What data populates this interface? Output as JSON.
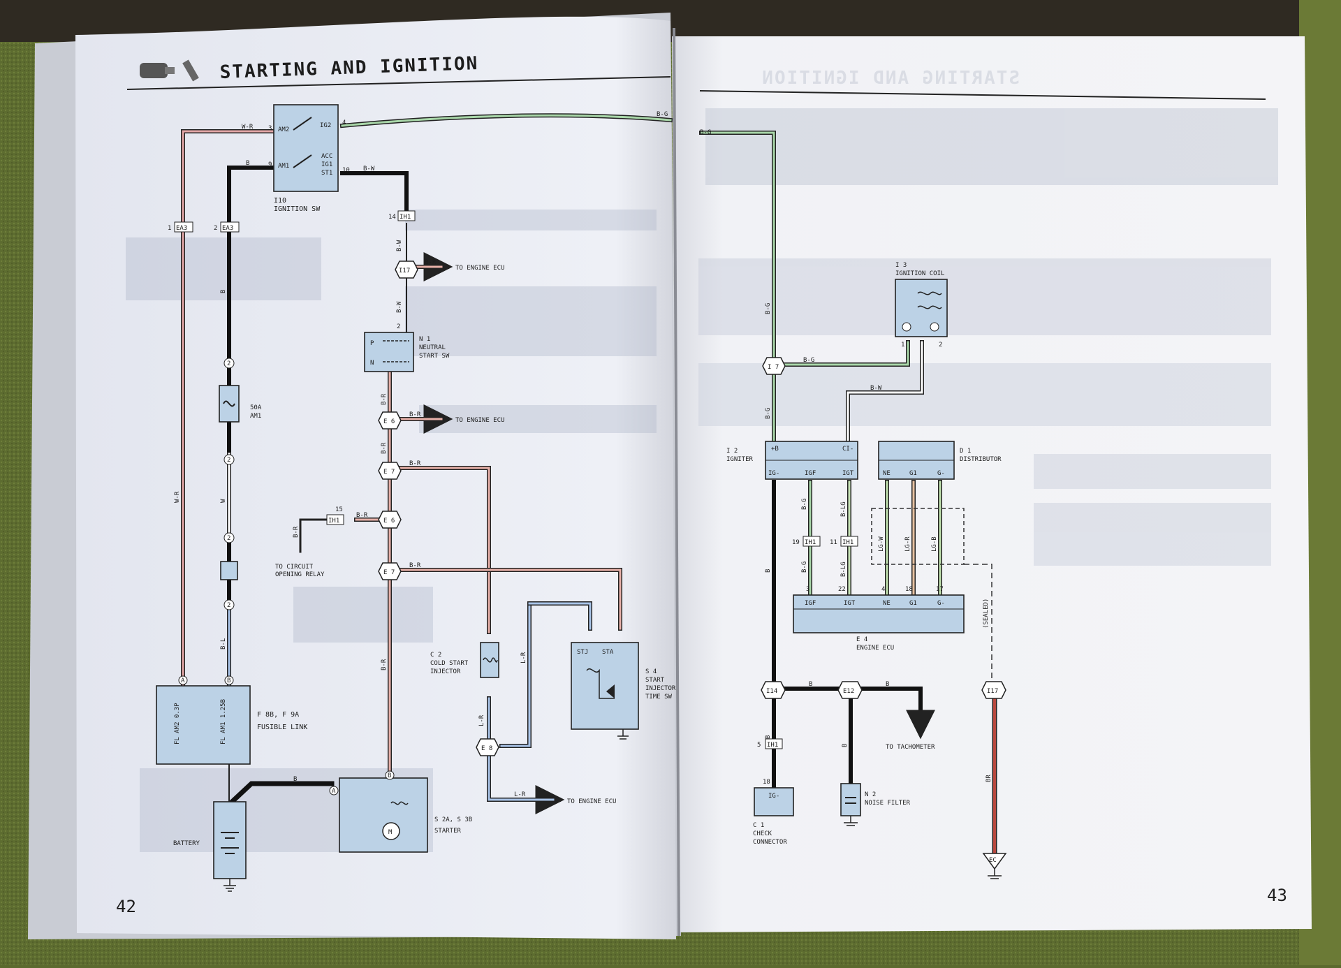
{
  "page_left": {
    "title": "STARTING AND IGNITION",
    "page_number": "42",
    "ignition_switch": {
      "id": "I10",
      "name": "IGNITION SW",
      "terms": [
        "AM2",
        "IG2",
        "AM1",
        "ACC",
        "IG1",
        "ST1"
      ],
      "pins": {
        "am2": "3",
        "ig2": "4",
        "am1": "9",
        "st1": "10"
      }
    },
    "connectors": {
      "ea3_1": "1",
      "ea3_2": "2",
      "ea3": "EA3",
      "ih1": "IH1",
      "ih1_pin14": "14",
      "ih1_pin15": "15"
    },
    "wires": {
      "w_r": "W-R",
      "b": "B",
      "b_w": "B-W",
      "b_r": "B-R",
      "b_g": "B-G",
      "w": "W",
      "b_l": "B-L",
      "l_r": "L-R"
    },
    "junctions": {
      "i17": "I17",
      "e6": "E 6",
      "e7": "E 7",
      "e8": "E 8"
    },
    "to_engine_ecu": "TO ENGINE ECU",
    "to_circuit_opening_relay": [
      "TO CIRCUIT",
      "OPENING RELAY"
    ],
    "neutral_start_sw": {
      "id": "N 1",
      "name": [
        "NEUTRAL",
        "START SW"
      ],
      "p": "P",
      "n": "N",
      "pin": "2"
    },
    "fuse": {
      "rating": "50A",
      "name": "AM1"
    },
    "fusible_link": {
      "label": "FUSIBLE LINK",
      "ref": "F 8B, F 9A",
      "fl1": "FL AM2 0.3P",
      "fl2": "FL AM1 1.25B",
      "pin_a": "A",
      "pin_b": "B"
    },
    "battery": "BATTERY",
    "starter": {
      "name": "STARTER",
      "ref": "S 2A, S 3B",
      "motor": "M"
    },
    "cold_start_injector": {
      "id": "C 2",
      "name": [
        "COLD START",
        "INJECTOR"
      ]
    },
    "start_injector_time_sw": {
      "id": "S 4",
      "name": [
        "START",
        "INJECTOR",
        "TIME SW"
      ],
      "stj": "STJ",
      "sta": "STA"
    },
    "pin_numbers": [
      "1",
      "2",
      "3",
      "4"
    ]
  },
  "page_right": {
    "ghost_title": "STARTING AND IGNITION",
    "page_number": "43",
    "ignition_coil": {
      "id": "I 3",
      "name": "IGNITION COIL"
    },
    "igniter": {
      "id": "I 2",
      "name": "IGNITER",
      "terms": [
        "+B",
        "CI-",
        "IG-",
        "IGF",
        "IGT"
      ]
    },
    "distributor": {
      "id": "D 1",
      "name": "DISTRIBUTOR",
      "terms": [
        "NE",
        "G1",
        "G-"
      ]
    },
    "engine_ecu": {
      "id": "E 4",
      "name": "ENGINE ECU",
      "terms": [
        "IGF",
        "IGT",
        "NE",
        "G1",
        "G-"
      ],
      "pins": [
        "3",
        "22",
        "4",
        "18",
        "17"
      ]
    },
    "wires": {
      "b_g": "B-G",
      "b_w": "B-W",
      "b_lg": "B-LG",
      "lg_w": "LG-W",
      "lg_r": "LG-R",
      "lg_b": "LG-B",
      "b": "B",
      "br": "BR"
    },
    "junctions": {
      "i7": "I 7",
      "i14": "I14",
      "e12": "E12",
      "i17": "I17",
      "ec": "EC"
    },
    "ih1": "IH1",
    "ih1_pins": [
      "19",
      "11",
      "5"
    ],
    "sealed": "(SEALED)",
    "to_tachometer": "TO TACHOMETER",
    "check_connector": {
      "id": "C 1",
      "name": [
        "CHECK",
        "CONNECTOR"
      ],
      "term": "IG-",
      "pin": "18"
    },
    "noise_filter": {
      "id": "N 2",
      "name": "NOISE FILTER"
    }
  }
}
